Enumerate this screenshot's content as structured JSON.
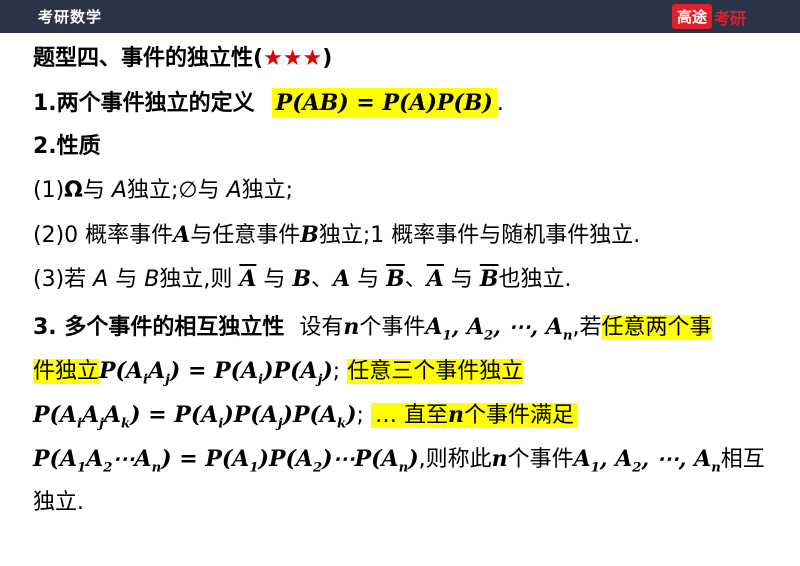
{
  "header": {
    "course": "考研数学",
    "brand_box": "高途",
    "brand_text": "考研"
  },
  "title": {
    "text": "题型四、事件的独立性(",
    "stars": "★★★",
    "close": ")"
  },
  "def": {
    "label": "1.两个事件独立的定义",
    "formula": "P(AB) = P(A)P(B)",
    "end": "."
  },
  "prop": {
    "label": "2.性质"
  },
  "p1": {
    "pre": "(1)",
    "omega": "Ω",
    "text1": "与",
    "a": "A",
    "text2": "独立;",
    "empty": "∅",
    "text3": "与",
    "a2": "A",
    "text4": "独立;"
  },
  "p2": {
    "pre": "(2)0 概率事件",
    "a": "A",
    "t1": "与任意事件",
    "b": "B",
    "t2": "独立;1 概率事件与随机事件独立."
  },
  "p3": {
    "pre": "(3)若",
    "a": "A",
    "t1": "与",
    "b": "B",
    "t2": "独立,则",
    "abar": "A",
    "t3": "与",
    "b2": "B",
    "t4": "、",
    "a2": "A",
    "t5": "与",
    "bbar": "B",
    "t6": "、",
    "abar2": "A",
    "t7": "与",
    "bbar2": "B",
    "t8": "也独立."
  },
  "multi": {
    "label": "3. 多个事件的相互独立性",
    "t1": "设有",
    "n": "n",
    "t2": "个事件",
    "seq": "A1, A2, ⋯, An",
    "t3": ",若",
    "hl1": "任意两个事",
    "hl2": "件独立",
    "f1": "P(AiAj) = P(Ai)P(Aj)",
    "t4": ";",
    "hl3": "任意三个事件独立",
    "f2": "P(AiAjAk) = P(Ai)P(Aj)P(Ak)",
    "t5": ";",
    "hl4a": "…  直至",
    "hl4n": "n",
    "hl4b": "个事件满足",
    "f3": "P(A1A2⋯An) = P(A1)P(A2)⋯P(An)",
    "t6": ",则称此",
    "n2": "n",
    "t7": "个事件",
    "seq2": "A1, A2, ⋯, An",
    "t8": "相互",
    "t9": "独立."
  }
}
